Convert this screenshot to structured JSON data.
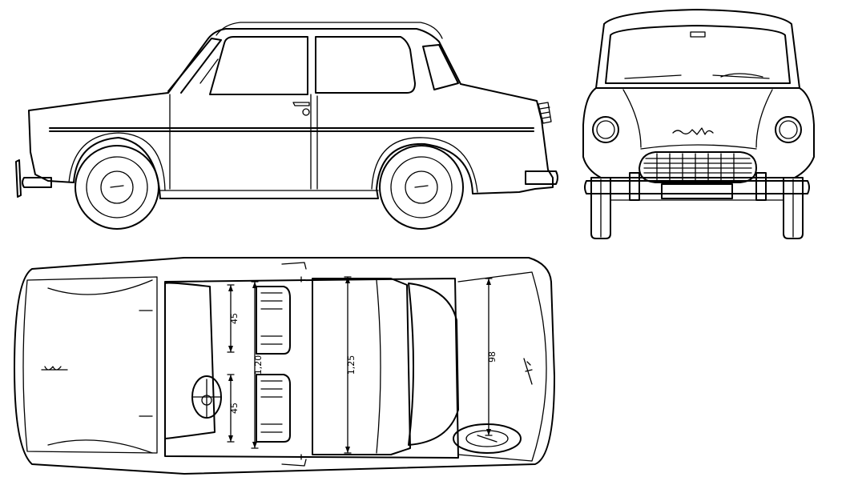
{
  "dimensions": {
    "front_seat_right_width": "45",
    "front_seat_left_width": "45",
    "front_interior_width": "1,20",
    "rear_interior_width": "1,25",
    "rear_seat_length": "98"
  },
  "colors": {
    "line": "#000000",
    "paper": "#ffffff"
  }
}
